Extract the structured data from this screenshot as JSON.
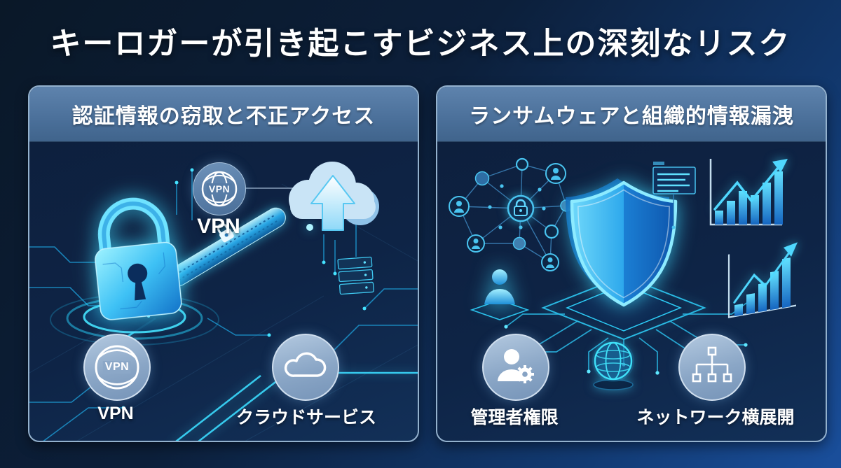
{
  "title": "キーロガーが引き起こすビジネス上の深刻なリスク",
  "panels": {
    "left": {
      "header": "認証情報の窃取と不正アクセス",
      "vpn_badge": {
        "icon": "vpn-globe-icon",
        "badge_text": "VPN",
        "label": "VPN"
      },
      "footer": [
        {
          "icon": "globe-vpn-icon",
          "badge_text": "VPN",
          "label": "VPN"
        },
        {
          "icon": "cloud-icon",
          "label": "クラウドサービス"
        }
      ],
      "scene_icons": [
        "padlock-icon",
        "secure-tunnel-icon",
        "cloud-upload-icon",
        "server-icon",
        "circuit-traces"
      ]
    },
    "right": {
      "header": "ランサムウェアと組織的情報漏洩",
      "footer": [
        {
          "icon": "admin-user-gear-icon",
          "label": "管理者権限"
        },
        {
          "icon": "network-tree-icon",
          "label": "ネットワーク横展開"
        }
      ],
      "scene_icons": [
        "network-graph-icon",
        "lock-node-icon",
        "shield-icon",
        "chip-platform",
        "message-box-icon",
        "growth-chart-icon",
        "globe-icon",
        "person-icon"
      ]
    }
  },
  "colors": {
    "bg_top_left": "#0a1828",
    "bg_bottom_right": "#1a4f9c",
    "panel_header_blue": "#4a6f99",
    "panel_border": "#93b1cd",
    "panel_body": "#0e2446",
    "accent_cyan": "#45e3ff",
    "accent_blue": "#2da8ec",
    "badge_fill": "#8aa6c6",
    "text_white": "#ffffff"
  }
}
